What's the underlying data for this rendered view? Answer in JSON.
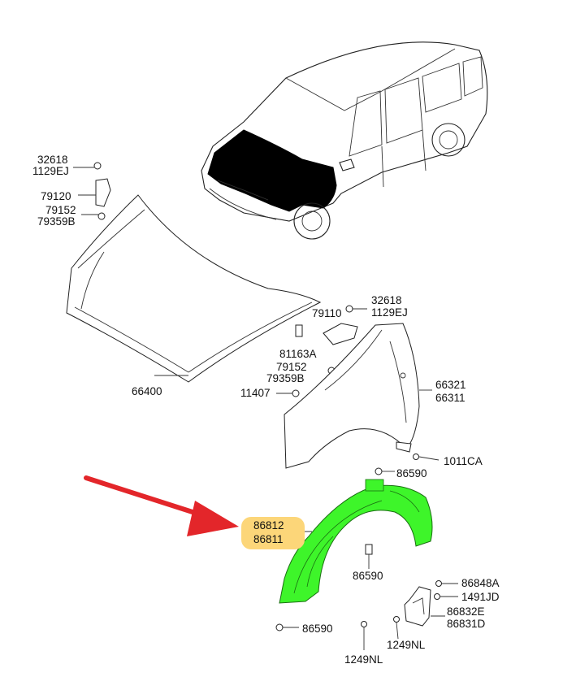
{
  "colors": {
    "fender_liner": "#3ef52a",
    "arrow": "#e3262a",
    "highlight": "#fcd679",
    "hood_fill": "#000000"
  },
  "labels": {
    "hinge_left_bolt_a": "32618",
    "hinge_left_bolt_b": "1129EJ",
    "hinge_left": "79120",
    "hinge_left_nut_a": "79152",
    "hinge_left_nut_b": "79359B",
    "hood": "66400",
    "hinge_right_bolt_a": "32618",
    "hinge_right_bolt_b": "1129EJ",
    "hinge_right": "79110",
    "bumper_stop": "81163A",
    "hinge_right_nut_a": "79152",
    "hinge_right_nut_b": "79359B",
    "fender_bolt": "11407",
    "fender_a": "66321",
    "fender_b": "66311",
    "fender_screw": "1011CA",
    "liner_clip_top": "86590",
    "liner_a": "86812",
    "liner_b": "86811",
    "liner_clip_mid": "86590",
    "liner_clip_bottom": "86590",
    "mudguard_clip": "86848A",
    "mudguard_screw": "1491JD",
    "mudguard_a": "86832E",
    "mudguard_b": "86831D",
    "screw_right": "1249NL",
    "screw_left": "1249NL"
  }
}
